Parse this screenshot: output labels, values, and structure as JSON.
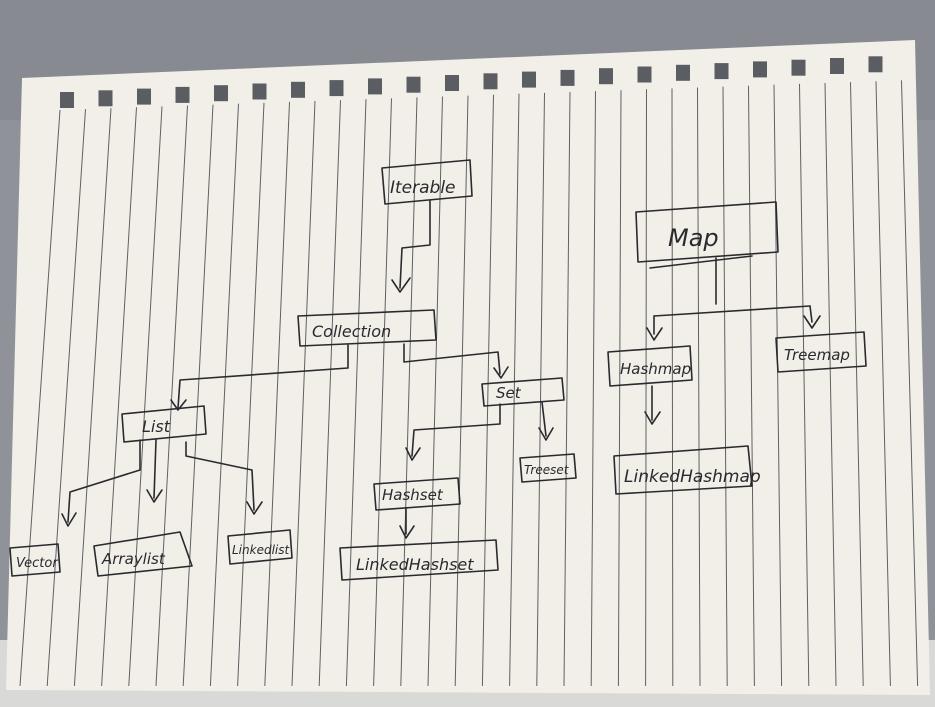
{
  "diagram": {
    "left_tree": {
      "root": "Iterable",
      "collection": "Collection",
      "list": "List",
      "set": "Set",
      "list_children": [
        "Vector",
        "Arraylist",
        "Linkedlist"
      ],
      "hashset": "Hashset",
      "treeset": "Treeset",
      "linkedhashset": "LinkedHashset"
    },
    "right_tree": {
      "root": "Map",
      "hashmap": "Hashmap",
      "treemap": "Treemap",
      "linkedhashmap": "LinkedHashmap"
    }
  },
  "colors": {
    "desk": "#8a8e94",
    "paper": "#f1efe8",
    "ruling": "#3c3d44",
    "ink": "#2a2a2e"
  }
}
